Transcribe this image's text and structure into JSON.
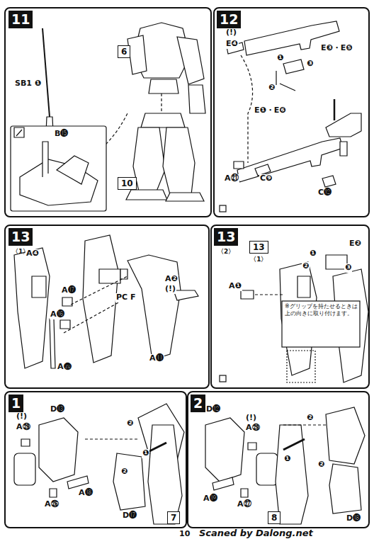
{
  "diagram": {
    "nodes": [
      {
        "text": [
          "11"
        ]
      },
      {
        "text": [
          "6"
        ]
      },
      {
        "text": [
          "10"
        ]
      },
      {
        "text": [
          "12"
        ]
      },
      {
        "text": [
          "13",
          "〈1〉"
        ]
      },
      {
        "text": [
          "13",
          "〈2〉"
        ]
      },
      {
        "text": [
          "13",
          "〈1〉"
        ]
      },
      {
        "text": [
          "1"
        ]
      },
      {
        "text": [
          "7"
        ]
      },
      {
        "text": [
          "2"
        ]
      },
      {
        "text": [
          "8"
        ]
      }
    ],
    "labels": [
      "SB1 ❶",
      "B⓯",
      "(!)",
      "E❹",
      "E❸・E❺",
      "❶",
      "❸",
      "❷",
      "E❶・E❻",
      "A㉑",
      "C❾",
      "C⓬",
      "A❹",
      "A⓱",
      "A⓰",
      "A⓴",
      "PC F",
      "A❷",
      "(!)",
      "A⓫",
      "A❶",
      "E❷",
      "❶",
      "❸",
      "❷",
      "※グリップを持たせるときは上の向きに取り付けます。",
      "(!)",
      "A㉙",
      "D⓭",
      "A㉖",
      "A⓲",
      "D⓱",
      "❷",
      "❷",
      "❶",
      "D⓬",
      "(!)",
      "A㉙",
      "A⓳",
      "A㉗",
      "D⓲",
      "❷",
      "❷",
      "❶",
      "10",
      "Scaned by Dalong.net"
    ]
  }
}
